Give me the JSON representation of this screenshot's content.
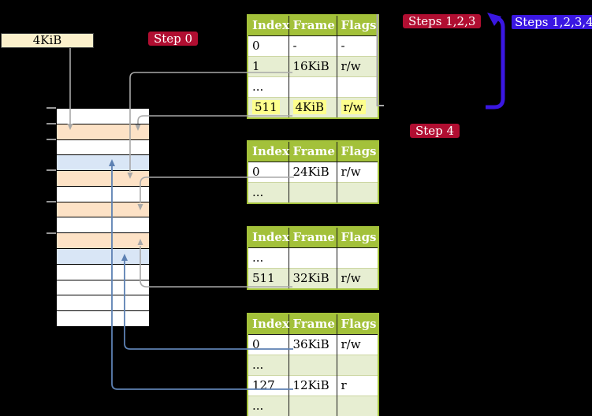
{
  "labels": {
    "frame_size_box": "4KiB",
    "step0": "Step 0",
    "steps123": "Steps 1,2,3",
    "steps1234": "Steps 1,2,3,4",
    "step4": "Step 4"
  },
  "palette": {
    "step_label_red": "#b00e31",
    "step_label_blue": "#3a17e2",
    "loop_arrow_blue": "#3a17e2",
    "connector_gray": "#a8a8a8",
    "connector_blue": "#5d81b3",
    "table_header_green": "#a3c13a",
    "table_row_green": "#e7eed2",
    "row_highlight_yellow": "#fdff8d",
    "memory_peach": "#fde2c6",
    "memory_blue": "#d9e6f6",
    "frame_box_cream": "#fbf0cb"
  },
  "tables": [
    {
      "id": "table-1",
      "columns": [
        "Index",
        "Frame",
        "Flags"
      ],
      "rows": [
        {
          "cells": [
            "0",
            "-",
            "-"
          ],
          "shade": "white"
        },
        {
          "cells": [
            "1",
            "16KiB",
            "r/w"
          ],
          "shade": "green"
        },
        {
          "cells": [
            "...",
            "",
            ""
          ],
          "shade": "white"
        },
        {
          "cells": [
            "511",
            "4KiB",
            "r/w"
          ],
          "shade": "green",
          "highlight": true
        }
      ]
    },
    {
      "id": "table-2",
      "columns": [
        "Index",
        "Frame",
        "Flags"
      ],
      "rows": [
        {
          "cells": [
            "0",
            "24KiB",
            "r/w"
          ],
          "shade": "white"
        },
        {
          "cells": [
            "...",
            "",
            ""
          ],
          "shade": "green"
        }
      ]
    },
    {
      "id": "table-3",
      "columns": [
        "Index",
        "Frame",
        "Flags"
      ],
      "rows": [
        {
          "cells": [
            "...",
            "",
            ""
          ],
          "shade": "white"
        },
        {
          "cells": [
            "511",
            "32KiB",
            "r/w"
          ],
          "shade": "green"
        }
      ]
    },
    {
      "id": "table-4",
      "columns": [
        "Index",
        "Frame",
        "Flags"
      ],
      "rows": [
        {
          "cells": [
            "0",
            "36KiB",
            "r/w"
          ],
          "shade": "white"
        },
        {
          "cells": [
            "...",
            "",
            ""
          ],
          "shade": "green"
        },
        {
          "cells": [
            "127",
            "12KiB",
            "r"
          ],
          "shade": "white"
        },
        {
          "cells": [
            "...",
            "",
            ""
          ],
          "shade": "green"
        }
      ]
    }
  ],
  "memory_strip": {
    "rows": [
      "white",
      "peach",
      "white",
      "blue",
      "peach",
      "white",
      "peach",
      "white",
      "peach",
      "blue",
      "white",
      "white",
      "white",
      "white"
    ]
  }
}
